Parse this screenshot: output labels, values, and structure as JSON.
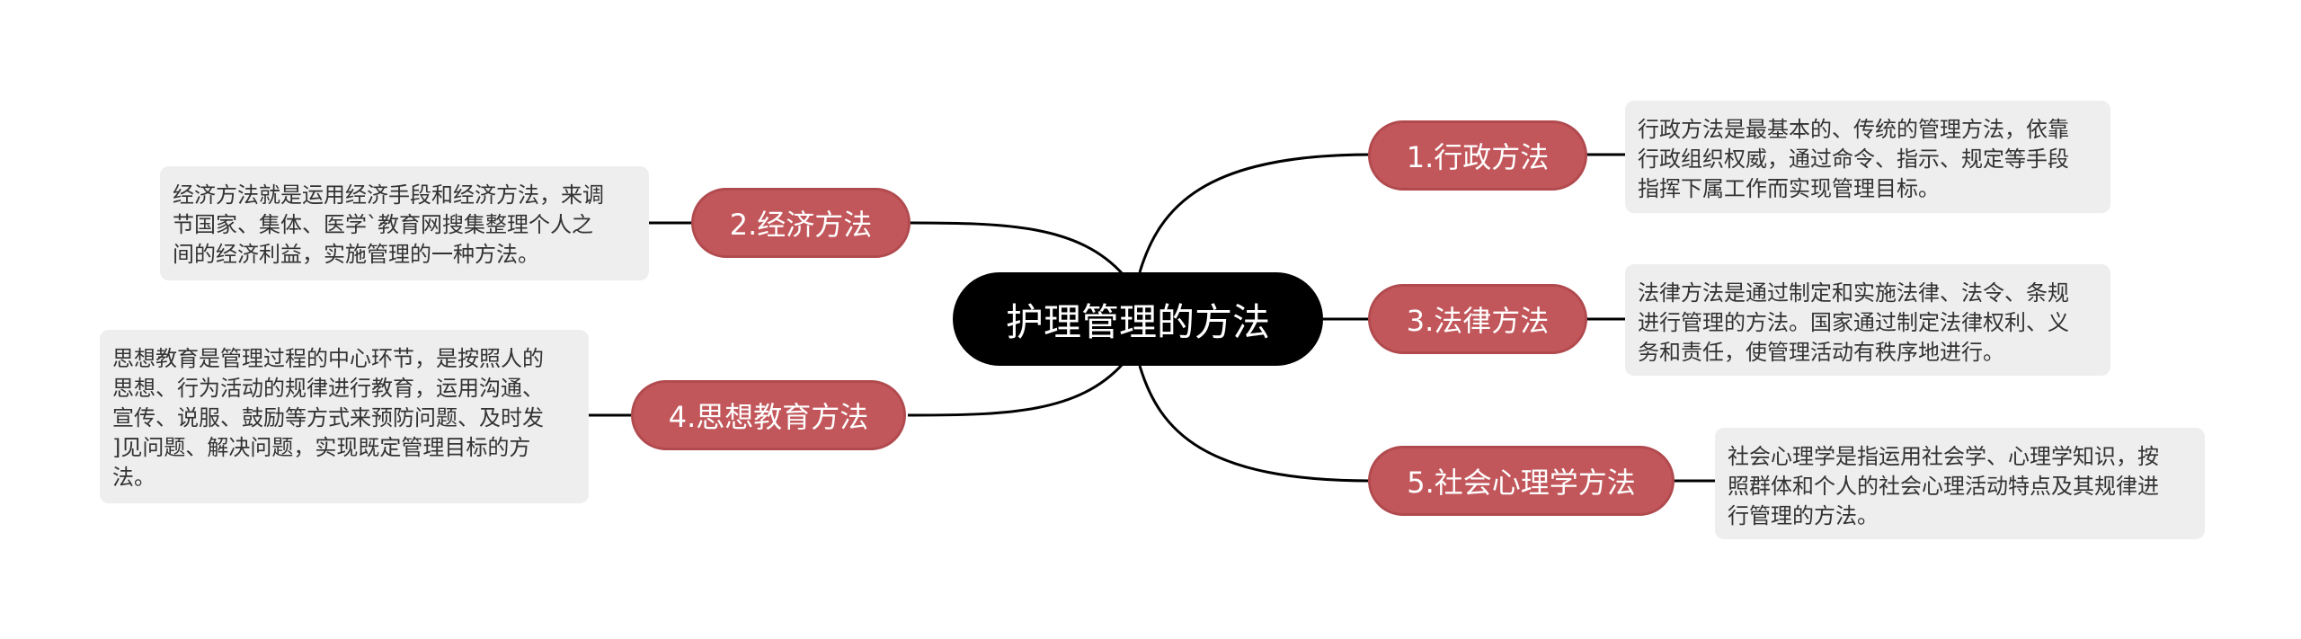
{
  "title": "护理管理的方法",
  "branches": [
    {
      "label": "1.行政方法",
      "note": "行政方法是最基本的、传统的管理方法，依靠\n行政组织权威，通过命令、指示、规定等手段\n指挥下属工作而实现管理目标。"
    },
    {
      "label": "2.经济方法",
      "note": "经济方法就是运用经济手段和经济方法，来调\n节国家、集体、医学`教育网搜集整理个人之\n间的经济利益，实施管理的一种方法。"
    },
    {
      "label": "3.法律方法",
      "note": "法律方法是通过制定和实施法律、法令、条规\n进行管理的方法。国家通过制定法律权利、义\n务和责任，使管理活动有秩序地进行。"
    },
    {
      "label": "4.思想教育方法",
      "note": "思想教育是管理过程的中心环节，是按照人的\n思想、行为活动的规律进行教育，运用沟通、\n宣传、说服、鼓励等方式来预防问题、及时发\n]见问题、解决问题，实现既定管理目标的方\n法。"
    },
    {
      "label": "5.社会心理学方法",
      "note": "社会心理学是指运用社会学、心理学知识，按\n照群体和个人的社会心理活动特点及其规律进\n行管理的方法。"
    }
  ],
  "colors": {
    "central": "#000000",
    "branch": "#c2575b",
    "note_bg": "#eeeeee",
    "line": "#000000"
  }
}
